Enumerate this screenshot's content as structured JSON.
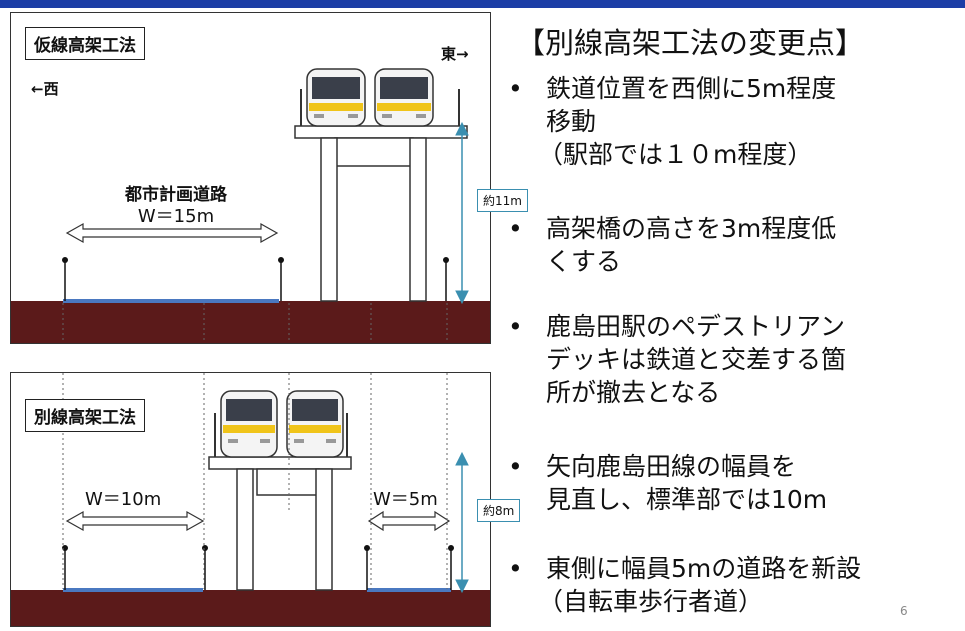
{
  "top_panel": {
    "method_label": "仮線高架工法",
    "east_label": "東→",
    "west_label": "←西",
    "road_name": "都市計画道路",
    "road_width": "W＝15m",
    "height_label": "約11m"
  },
  "bottom_panel": {
    "method_label": "別線高架工法",
    "road_width_left": "W＝10m",
    "road_width_right": "W＝5m",
    "height_label": "約8m"
  },
  "slide": {
    "title": "【別線高架工法の変更点】",
    "bullet_mark": "•",
    "bullets": [
      {
        "lines": [
          "鉄道位置を西側に5m程度",
          "移動",
          "（駅部では１０m程度）"
        ]
      },
      {
        "lines": [
          "高架橋の高さを3m程度低",
          "くする"
        ]
      },
      {
        "lines": [
          "鹿島田駅のペデストリアン",
          "デッキは鉄道と交差する箇",
          "所が撤去となる"
        ]
      },
      {
        "lines": [
          "矢向鹿島田線の幅員を",
          "見直し、標準部では10m"
        ]
      },
      {
        "lines": [
          "東側に幅員5mの道路を新設",
          "（自転車歩行者道）"
        ]
      }
    ],
    "page_number": "6"
  },
  "colors": {
    "header_bar": "#1c3ea6",
    "ground": "#5b1a1a",
    "road_surface": "#4a78c0",
    "dimension_arrow": "#3a8fb0",
    "train_yellow": "#f0c419"
  }
}
